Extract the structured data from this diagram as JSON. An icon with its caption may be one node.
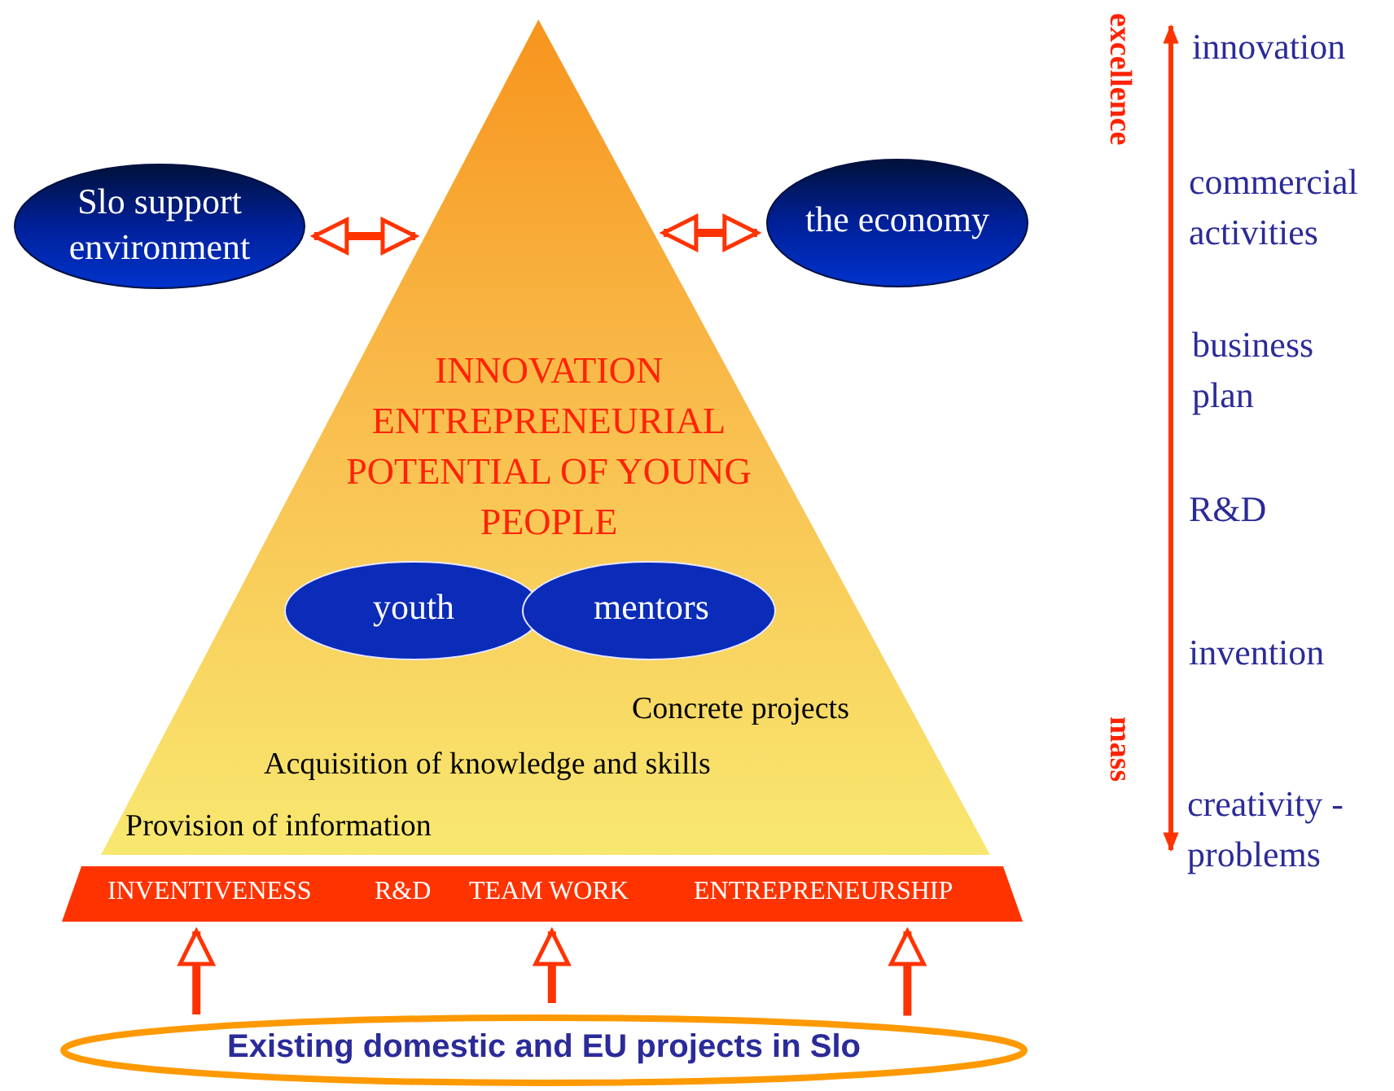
{
  "diagram": {
    "nodes": [
      {
        "text": [
          "INNOVATION ENTREPRENEURIAL POTENTIAL OF YOUNG PEOPLE",
          "Concrete projects",
          "Acquisition of knowledge and skills",
          "Provision of information"
        ]
      },
      {
        "text": [
          "Slo support environment"
        ]
      },
      {
        "text": [
          "the economy"
        ]
      },
      {
        "text": [
          "youth"
        ],
        "in": 0
      },
      {
        "text": [
          "mentors"
        ],
        "in": 0
      },
      {
        "text": [
          "INVENTIVENESS",
          "R&D",
          "TEAM WORK",
          "ENTREPRENEURSHIP"
        ]
      },
      {
        "text": [
          "Existing domestic and EU projects in Slo"
        ]
      }
    ],
    "edges": [
      {
        "from": 1,
        "to": 0,
        "arrow": "both"
      },
      {
        "from": 2,
        "to": 0,
        "arrow": "both"
      },
      {
        "from": 6,
        "to": 5,
        "arrow": "to"
      },
      {
        "from": 6,
        "to": 5,
        "arrow": "to"
      },
      {
        "from": 6,
        "to": 5,
        "arrow": "to"
      }
    ],
    "labels": [
      "excellence",
      "innovation",
      "commercial activities",
      "business plan",
      "R&D",
      "invention",
      "mass",
      "creativity - problems"
    ]
  }
}
